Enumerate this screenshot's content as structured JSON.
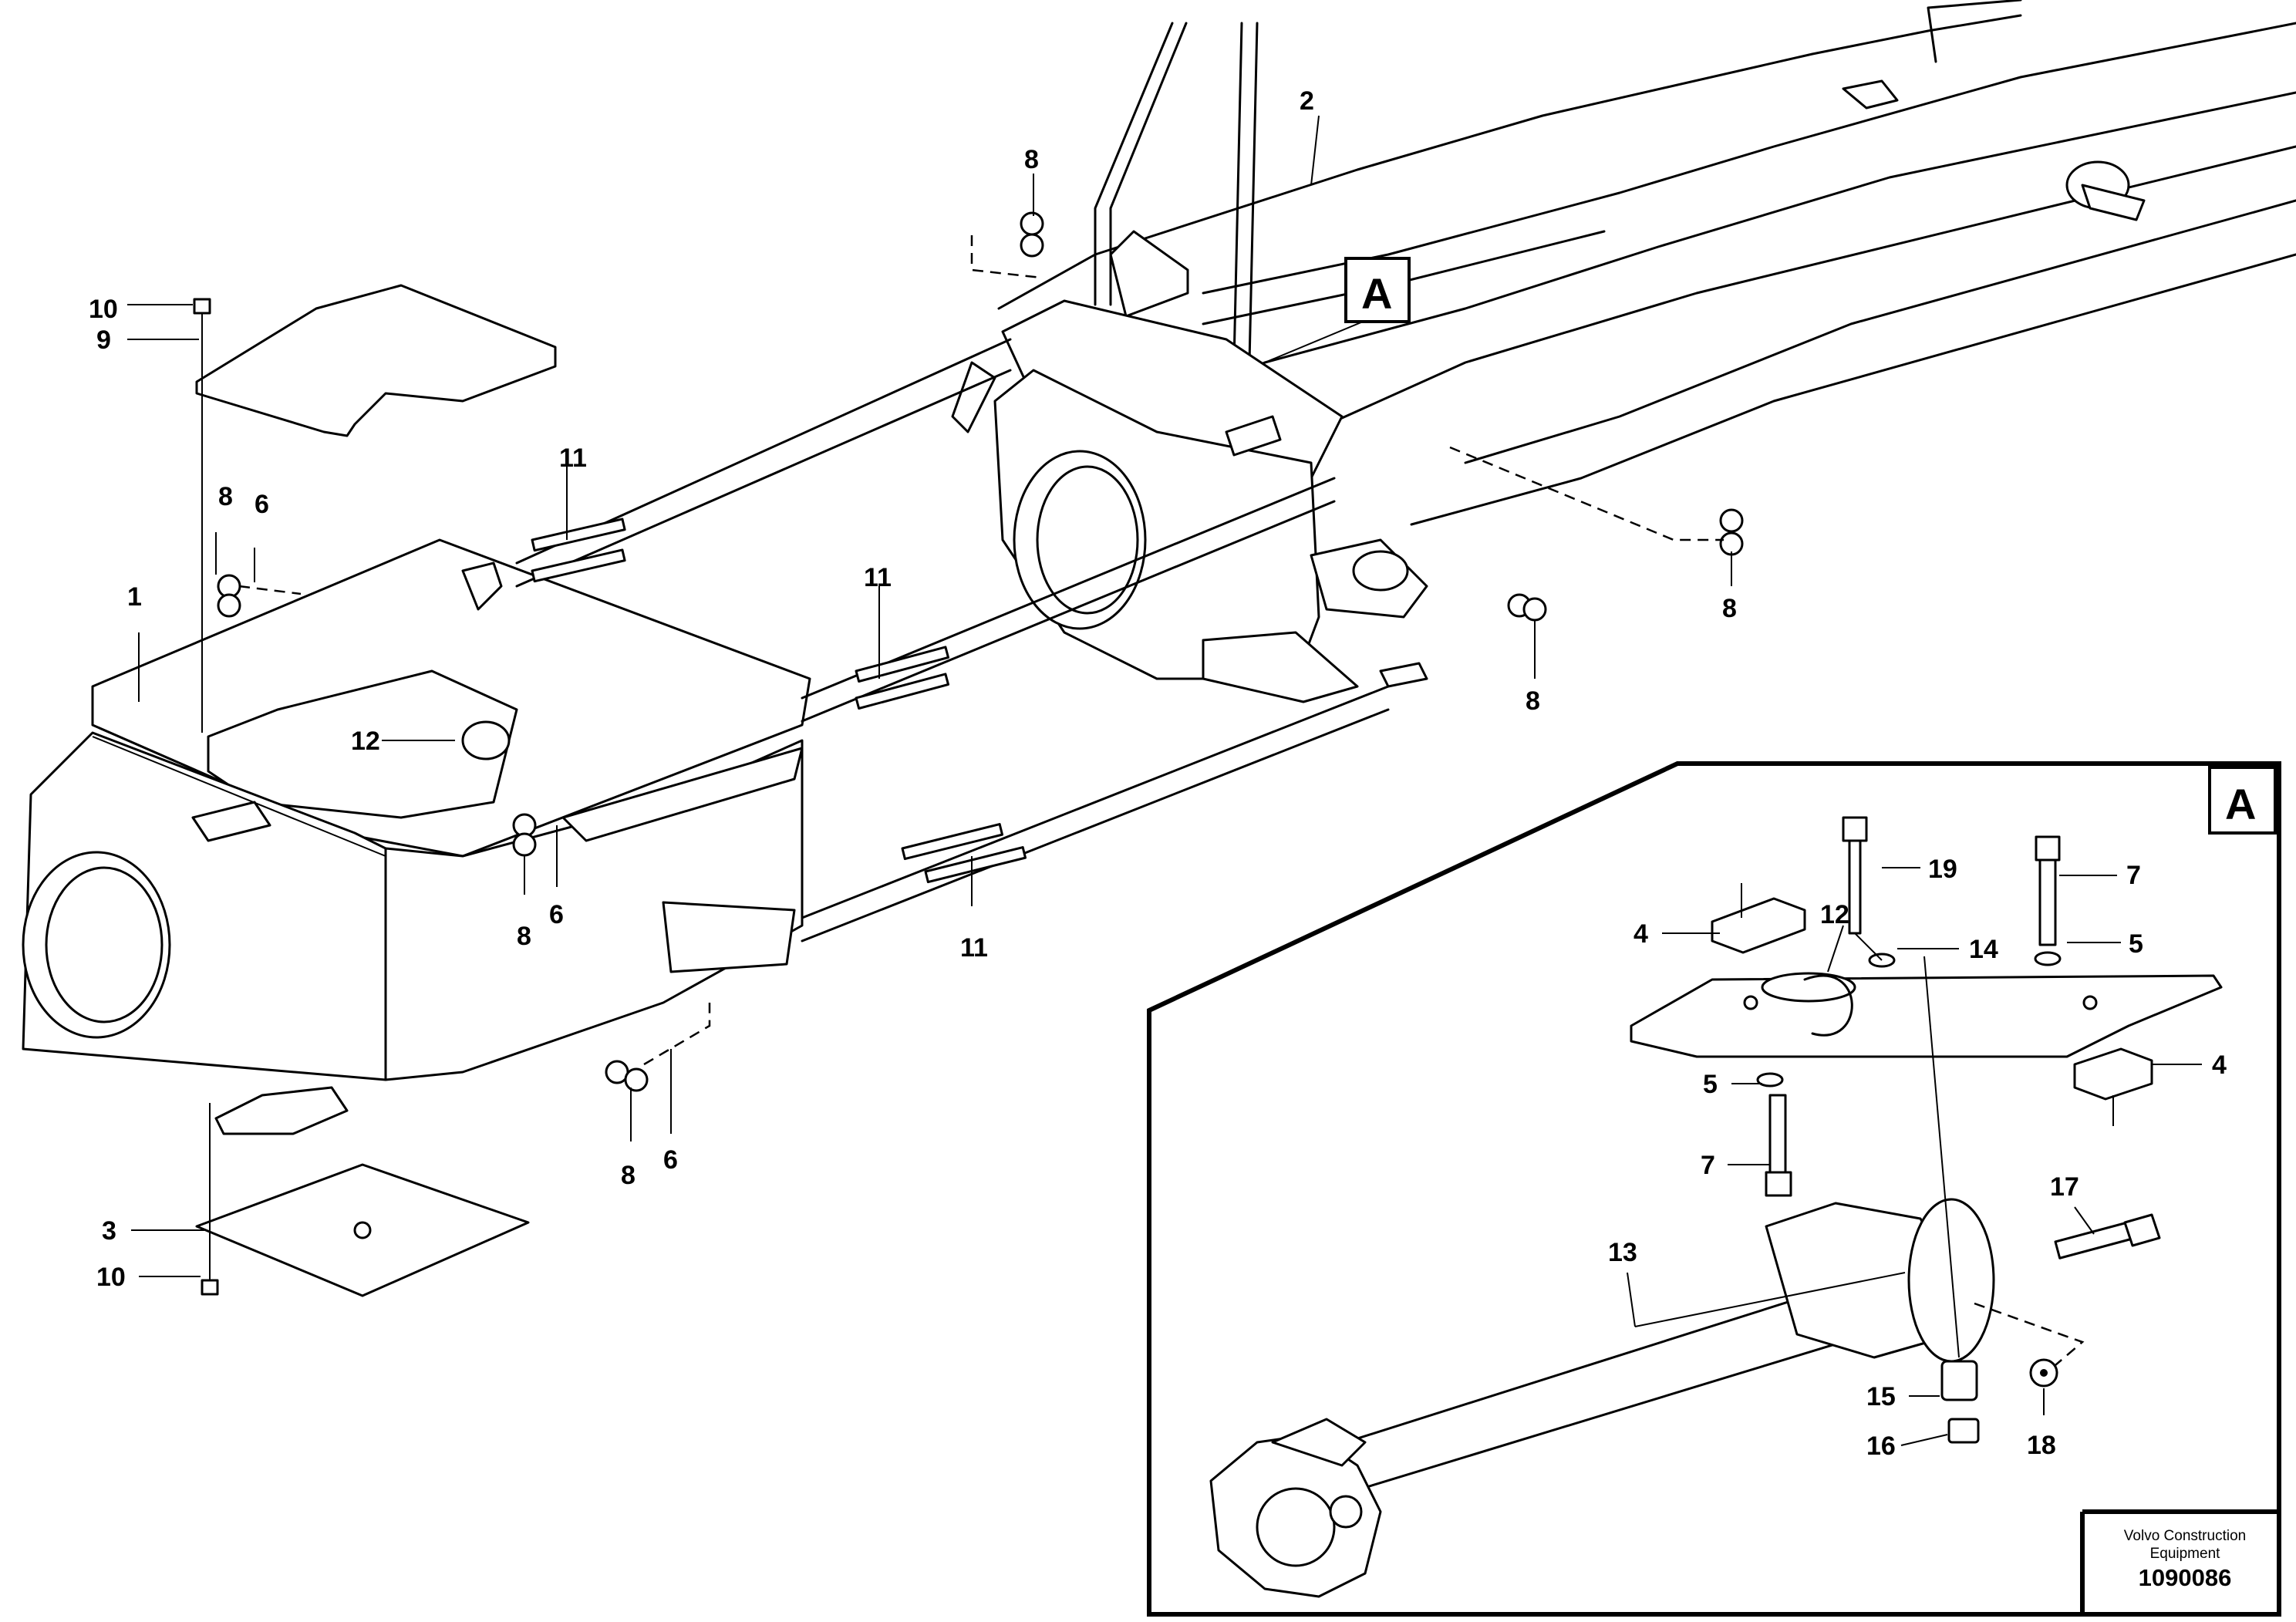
{
  "inset_marker": "A",
  "detail_marker": "A",
  "callouts": {
    "c1": "1",
    "c2": "2",
    "c3": "3",
    "c6a": "6",
    "c6b": "6",
    "c6c": "6",
    "c8a": "8",
    "c8b": "8",
    "c8c": "8",
    "c8d": "8",
    "c8e": "8",
    "c8f": "8",
    "c9": "9",
    "c10a": "10",
    "c10b": "10",
    "c11a": "11",
    "c11b": "11",
    "c11c": "11",
    "c12": "12"
  },
  "detail_callouts": {
    "d4a": "4",
    "d4b": "4",
    "d5a": "5",
    "d5b": "5",
    "d7a": "7",
    "d7b": "7",
    "d12": "12",
    "d13": "13",
    "d14": "14",
    "d15": "15",
    "d16": "16",
    "d17": "17",
    "d18": "18",
    "d19": "19"
  },
  "footer": {
    "brand_line1": "Volvo Construction",
    "brand_line2": "Equipment",
    "drawing_number": "1090086"
  }
}
